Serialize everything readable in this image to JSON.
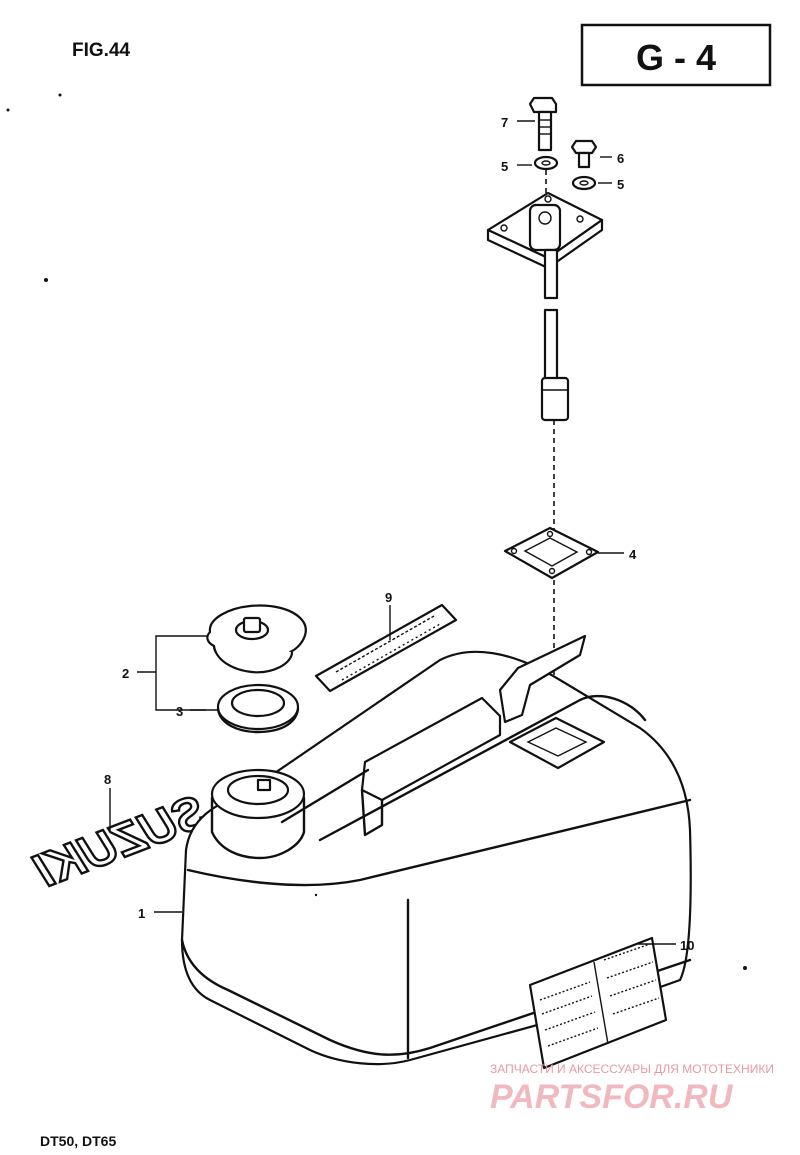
{
  "header": {
    "figure": "FIG.44",
    "section_code": "G - 4"
  },
  "callouts": {
    "p1": "1",
    "p2": "2",
    "p3": "3",
    "p4": "4",
    "p5a": "5",
    "p5b": "5",
    "p6": "6",
    "p7": "7",
    "p8": "8",
    "p9": "9",
    "p10": "10"
  },
  "logo_text": "SUZUKI",
  "footer": {
    "models": "DT50, DT65"
  },
  "watermark": {
    "line1": "ЗАПЧАСТИ И АКСЕССУАРЫ ДЛЯ МОТОТЕХНИКИ",
    "line2": "PARTSFOR.RU"
  },
  "colors": {
    "ink": "#111111",
    "watermark": "#e59aa3"
  }
}
